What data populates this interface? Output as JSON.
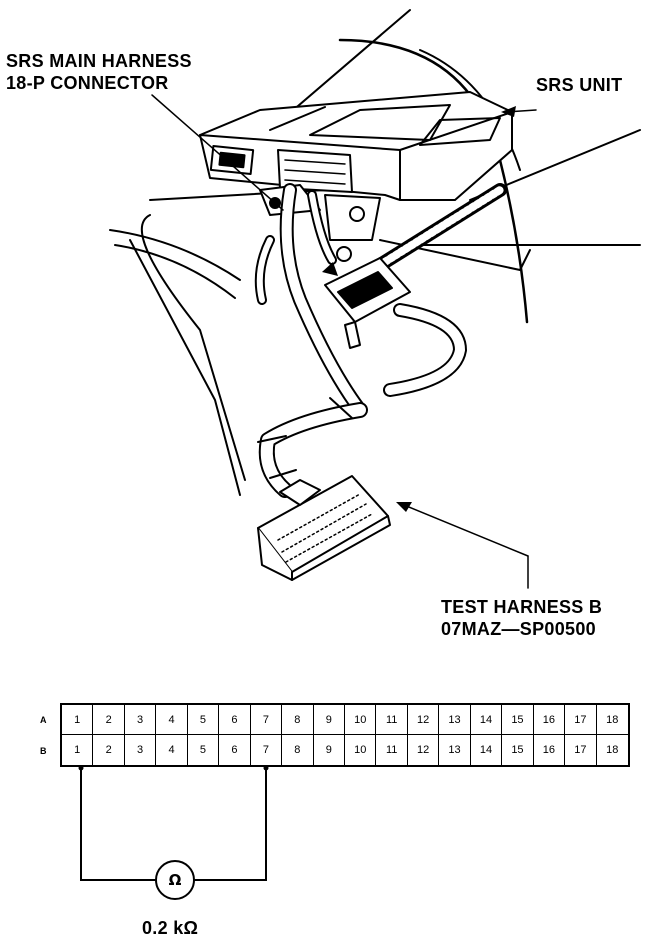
{
  "labels": {
    "srs_main_harness_line1": "SRS MAIN HARNESS",
    "srs_main_harness_line2": "18-P CONNECTOR",
    "srs_unit": "SRS UNIT",
    "test_harness_line1": "TEST HARNESS B",
    "test_harness_line2": "07MAZ—SP00500"
  },
  "connector": {
    "row_a_label": "A",
    "row_b_label": "B",
    "row_a_pins": [
      "1",
      "2",
      "3",
      "4",
      "5",
      "6",
      "7",
      "8",
      "9",
      "10",
      "11",
      "12",
      "13",
      "14",
      "15",
      "16",
      "17",
      "18"
    ],
    "row_b_pins": [
      "1",
      "2",
      "3",
      "4",
      "5",
      "6",
      "7",
      "8",
      "9",
      "10",
      "11",
      "12",
      "13",
      "14",
      "15",
      "16",
      "17",
      "18"
    ],
    "measured_between": [
      "B1",
      "B7"
    ]
  },
  "meter": {
    "symbol": "Ω",
    "icon": "ohmmeter-icon",
    "reading": "0.2 kΩ"
  }
}
